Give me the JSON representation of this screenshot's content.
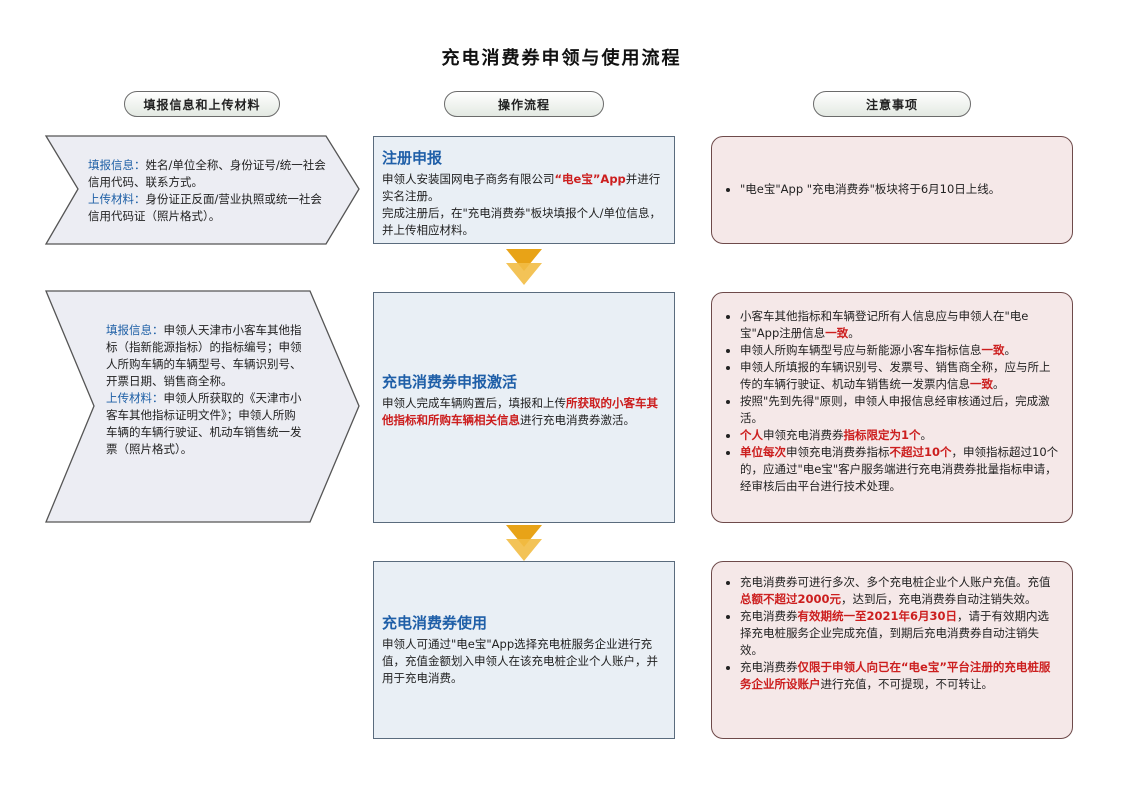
{
  "title": "充电消费券申领与使用流程",
  "columns": {
    "left": "填报信息和上传材料",
    "center": "操作流程",
    "right": "注意事项"
  },
  "left_panels": [
    {
      "fill_label": "填报信息：",
      "fill_text": "姓名/单位全称、身份证号/统一社会信用代码、联系方式。",
      "upload_label": "上传材料：",
      "upload_text": "身份证正反面/营业执照或统一社会信用代码证（照片格式）。"
    },
    {
      "fill_label": "填报信息：",
      "fill_text": "申领人天津市小客车其他指标（指新能源指标）的指标编号；申领人所购车辆的车辆型号、车辆识别号、开票日期、销售商全称。",
      "upload_label": "上传材料：",
      "upload_text": "申领人所获取的《天津市小客车其他指标证明文件》；申领人所购车辆的车辆行驶证、机动车销售统一发票（照片格式）。"
    }
  ],
  "steps": [
    {
      "title": "注册申报",
      "p1_a": "申领人安装国网电子商务有限公司",
      "p1_b": "“电e宝”App",
      "p1_c": "并进行实名注册。",
      "p2": "完成注册后，在\"充电消费券\"板块填报个人/单位信息，并上传相应材料。"
    },
    {
      "title": "充电消费券申报激活",
      "p1_a": "申领人完成车辆购置后，填报和上传",
      "p1_b": "所获取的小客车其他指标和所购车辆相关信息",
      "p1_c": "进行充电消费券激活。"
    },
    {
      "title": "充电消费券使用",
      "p1": "申领人可通过\"电e宝\"App选择充电桩服务企业进行充值，充值金额划入申领人在该充电桩企业个人账户，并用于充电消费。"
    }
  ],
  "notes": [
    {
      "n1": "\"电e宝\"App \"充电消费券\"板块将于6月10日上线。"
    },
    {
      "n1_a": "小客车其他指标和车辆登记所有人信息应与申领人在\"电e宝\"App注册信息",
      "n1_b": "一致",
      "n1_c": "。",
      "n2_a": "申领人所购车辆型号应与新能源小客车指标信息",
      "n2_b": "一致",
      "n2_c": "。",
      "n3_a": "申领人所填报的车辆识别号、发票号、销售商全称，应与所上传的车辆行驶证、机动车销售统一发票内信息",
      "n3_b": "一致",
      "n3_c": "。",
      "n4": "按照\"先到先得\"原则，申领人申报信息经审核通过后，完成激活。",
      "n5_a": "个人",
      "n5_b": "申领充电消费券",
      "n5_c": "指标限定为1个",
      "n5_d": "。",
      "n6_a": "单位每次",
      "n6_b": "申领充电消费券指标",
      "n6_c": "不超过10个",
      "n6_d": "，申领指标超过10个的，应通过\"电e宝\"客户服务端进行充电消费券批量指标申请，经审核后由平台进行技术处理。"
    },
    {
      "n1_a": "充电消费券可进行多次、多个充电桩企业个人账户充值。充值",
      "n1_b": "总额不超过2000元",
      "n1_c": "，达到后，充电消费券自动注销失效。",
      "n2_a": "充电消费券",
      "n2_b": "有效期统一至2021年6月30日",
      "n2_c": "，请于有效期内选择充电桩服务企业完成充值，到期后充电消费券自动注销失效。",
      "n3_a": "充电消费券",
      "n3_b": "仅限于申领人向已在“电e宝”平台注册的充电桩服务企业所设账户",
      "n3_c": "进行充值，不可提现，不可转让。"
    }
  ],
  "colors": {
    "label_blue": "#1d5fa6",
    "title_blue": "#1f5fa8",
    "highlight_red": "#cc1e1e",
    "arrow_gold": "#e8a317"
  }
}
